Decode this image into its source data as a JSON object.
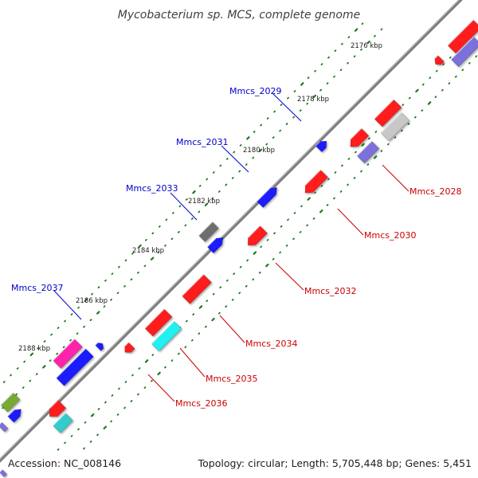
{
  "title": "Mycobacterium sp. MCS, complete genome",
  "footer": {
    "accession": "Accession: NC_008146",
    "topology": "Topology: circular; Length: 5,705,448 bp; Genes: 5,451"
  },
  "ticks": [
    "2176 kbp",
    "2178 kbp",
    "2180 kbp",
    "2182 kbp",
    "2184 kbp",
    "2186 kbp",
    "2188 kbp"
  ],
  "colors": {
    "forward_label": "#0000cc",
    "reverse_label": "#cc0000",
    "red": "#ff1a1a",
    "blue": "#1a1aff",
    "gray": "#6e6e6e",
    "lightgray": "#c8c8c8",
    "purple": "#7b6fdc",
    "magenta": "#ff22aa",
    "cyan": "#22f0f0",
    "teal": "#33cccc",
    "olive": "#77aa33",
    "backbone": "#808080",
    "tick_green": "#1a7a1a"
  },
  "genes": {
    "forward": [
      "Mmcs_2029",
      "Mmcs_2031",
      "Mmcs_2033",
      "Mmcs_2037"
    ],
    "reverse": [
      "Mmcs_2028",
      "Mmcs_2030",
      "Mmcs_2032",
      "Mmcs_2034",
      "Mmcs_2035",
      "Mmcs_2036"
    ]
  }
}
